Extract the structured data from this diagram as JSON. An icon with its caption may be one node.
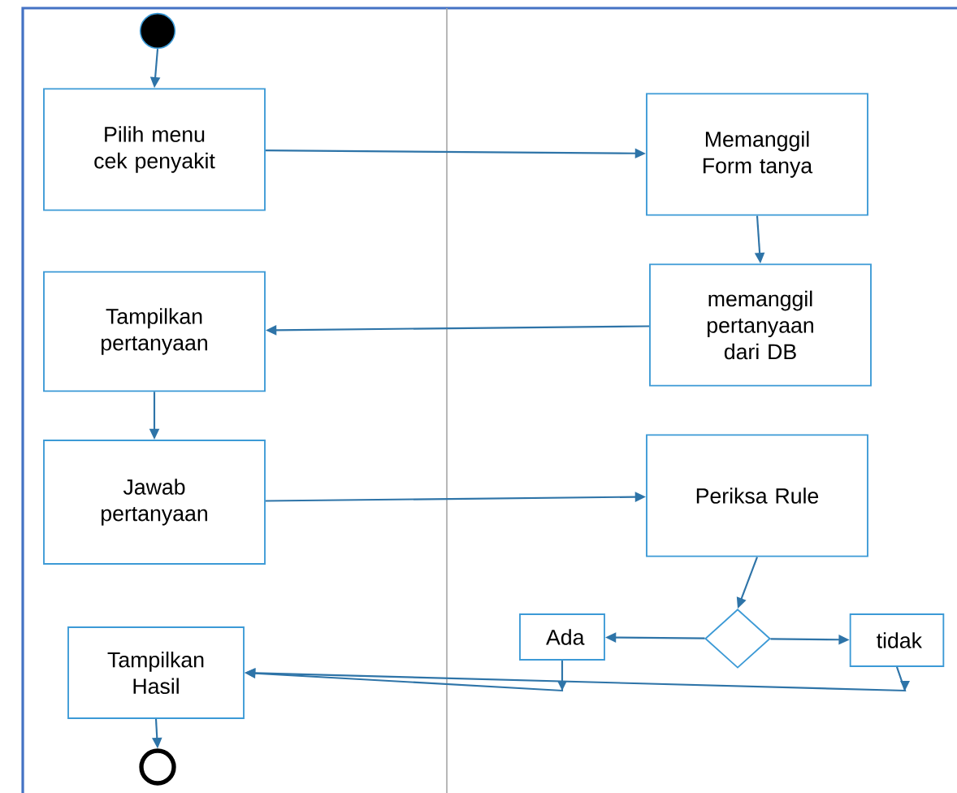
{
  "diagram": {
    "nodes": [
      {
        "text": [],
        "shape": "circle"
      },
      {
        "text": [
          "Pilih menu cek penyakit"
        ]
      },
      {
        "text": [
          "Memanggil Form tanya"
        ]
      },
      {
        "text": [
          "memanggil pertanyaan dari DB"
        ]
      },
      {
        "text": [
          "Tampilkan pertanyaan"
        ]
      },
      {
        "text": [
          "Jawab pertanyaan"
        ]
      },
      {
        "text": [
          "Periksa Rule"
        ]
      },
      {
        "text": [],
        "shape": "diamond"
      },
      {
        "text": [
          "Ada"
        ]
      },
      {
        "text": [
          "tidak"
        ]
      },
      {
        "text": [
          "Tampilkan Hasil"
        ]
      },
      {
        "text": [],
        "shape": "circle"
      }
    ],
    "edges": [
      {
        "from": 0,
        "to": 1,
        "arrow": "to"
      },
      {
        "from": 1,
        "to": 2,
        "arrow": "to"
      },
      {
        "from": 2,
        "to": 3,
        "arrow": "to"
      },
      {
        "from": 3,
        "to": 4,
        "arrow": "to"
      },
      {
        "from": 4,
        "to": 5,
        "arrow": "to"
      },
      {
        "from": 5,
        "to": 6,
        "arrow": "to"
      },
      {
        "from": 6,
        "to": 7,
        "arrow": "to"
      },
      {
        "from": 7,
        "to": 8,
        "arrow": "to"
      },
      {
        "from": 7,
        "to": 9,
        "arrow": "to"
      },
      {
        "from": 8,
        "to": 10,
        "arrow": "to"
      },
      {
        "from": 9,
        "to": 10,
        "arrow": "to"
      },
      {
        "from": 10,
        "to": 11,
        "arrow": "to"
      }
    ]
  }
}
